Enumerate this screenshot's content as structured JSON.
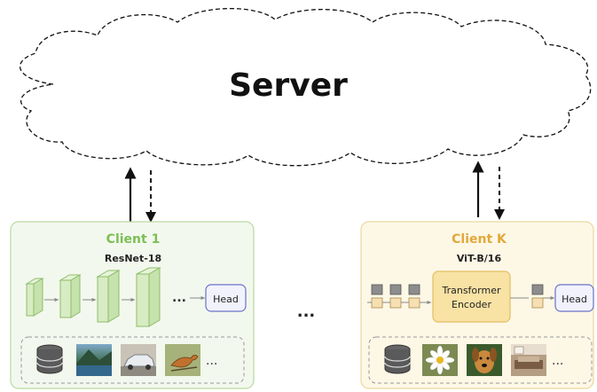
{
  "server": {
    "label": "Server"
  },
  "clients": [
    {
      "title": "Client 1",
      "model": "ResNet-18",
      "head_label": "Head",
      "accent": "#8dc56b",
      "panel_fill": "#f3f8ee",
      "panel_border": "#b9d9a0",
      "dataset_images": [
        "mountain-lake-photo",
        "car-photo",
        "bird-photo"
      ],
      "more": "..."
    },
    {
      "title": "Client K",
      "model": "ViT-B/16",
      "encoder_label_line1": "Transformer",
      "encoder_label_line2": "Encoder",
      "head_label": "Head",
      "accent": "#e8b44a",
      "panel_fill": "#fdf7e6",
      "panel_border": "#ecd79c",
      "dataset_images": [
        "daisy-photo",
        "dog-photo",
        "living-room-photo"
      ],
      "more": "..."
    }
  ],
  "between_clients": "...",
  "resnet_dots": "...",
  "colors": {
    "block_green": "#d8ecc4",
    "block_green_border": "#8dbd6a",
    "head_border": "#6a72c9",
    "head_fill": "#f1f2fc",
    "token_gray": "#8d8d8d",
    "token_beige": "#f6dfb2",
    "encoder_fill": "#f8e2a4",
    "encoder_border": "#e1bf62"
  }
}
